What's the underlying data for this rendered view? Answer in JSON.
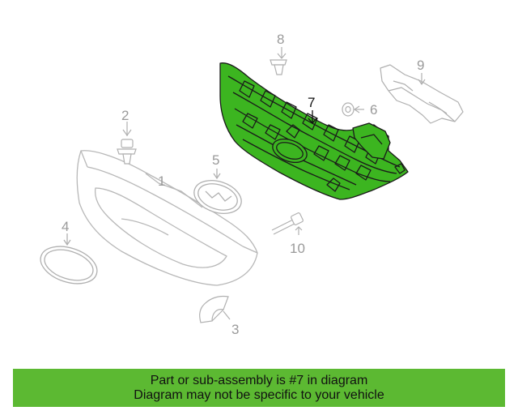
{
  "colors": {
    "highlight_fill": "#3cb520",
    "highlight_stroke": "#1a1a1a",
    "ghost_stroke": "#b8b8b8",
    "label_dim": "#9a9a9a",
    "label_dark": "#111111",
    "banner_bg": "#5cb932"
  },
  "callouts": [
    "1",
    "2",
    "3",
    "4",
    "5",
    "6",
    "7",
    "8",
    "9",
    "10"
  ],
  "banner": {
    "line1": "Part or sub-assembly is #7 in diagram",
    "line2": "Diagram may not be specific to your vehicle"
  }
}
